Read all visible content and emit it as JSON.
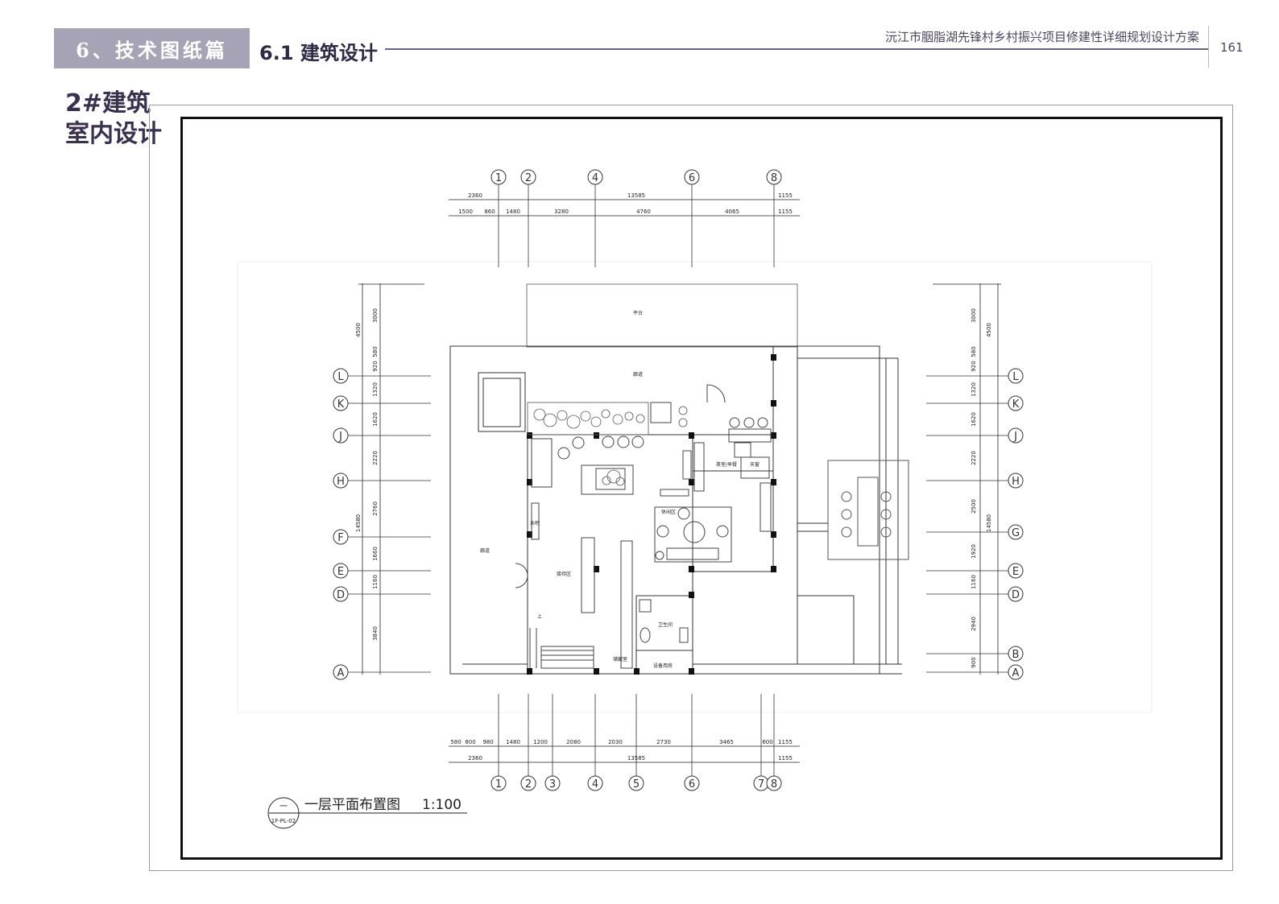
{
  "header": {
    "section_label": "6、技术图纸篇",
    "subsection_label": "6.1 建筑设计",
    "project_title": "沅江市胭脂湖先锋村乡村振兴项目修建性详细规划设计方案",
    "page_number": "161"
  },
  "side_title": {
    "line1": "2#建筑",
    "line2": "室内设计"
  },
  "drawing": {
    "caption": "一层平面布置图",
    "scale": "1:100",
    "symbol_top": "一",
    "symbol_bottom": "1F-PL-02",
    "top_axes": [
      "1",
      "2",
      "4",
      "6",
      "8"
    ],
    "bottom_axes": [
      "1",
      "2",
      "3",
      "4",
      "5",
      "6",
      "7",
      "8"
    ],
    "left_axes": [
      "L",
      "K",
      "J",
      "H",
      "F",
      "E",
      "D",
      "A"
    ],
    "right_axes": [
      "L",
      "K",
      "J",
      "H",
      "G",
      "E",
      "D",
      "B",
      "A"
    ],
    "top_dims_total": [
      "2360",
      "13585",
      "1155"
    ],
    "top_dims_detail": [
      "1500",
      "860",
      "1480",
      "3280",
      "4760",
      "4065",
      "1155"
    ],
    "bottom_dims_detail": [
      "580",
      "800",
      "980",
      "1480",
      "1200",
      "2080",
      "2030",
      "2730",
      "3465",
      "600",
      "1155"
    ],
    "bottom_dims_total": [
      "2360",
      "13585",
      "1155"
    ],
    "left_dims_outer": [
      "4500",
      "14580"
    ],
    "left_dims_inner": [
      "3000",
      "580",
      "920",
      "1320",
      "1620",
      "2220",
      "2760",
      "1660",
      "1160",
      "3840"
    ],
    "right_dims_outer": [
      "4500",
      "14580"
    ],
    "right_dims_inner": [
      "3000",
      "580",
      "920",
      "1320",
      "1620",
      "2220",
      "2500",
      "1920",
      "1160",
      "2940",
      "900"
    ],
    "room_labels": {
      "platform": "平台",
      "corridor_top": "廊道",
      "corridor_left": "廊道",
      "tea_room": "茶室/早餐",
      "skylight": "天窗",
      "bar": "水吧",
      "leisure": "休闲区",
      "reception": "接待区",
      "toilet": "卫生间",
      "storage": "储藏室",
      "equipment": "设备用房",
      "stair_up": "上"
    }
  }
}
